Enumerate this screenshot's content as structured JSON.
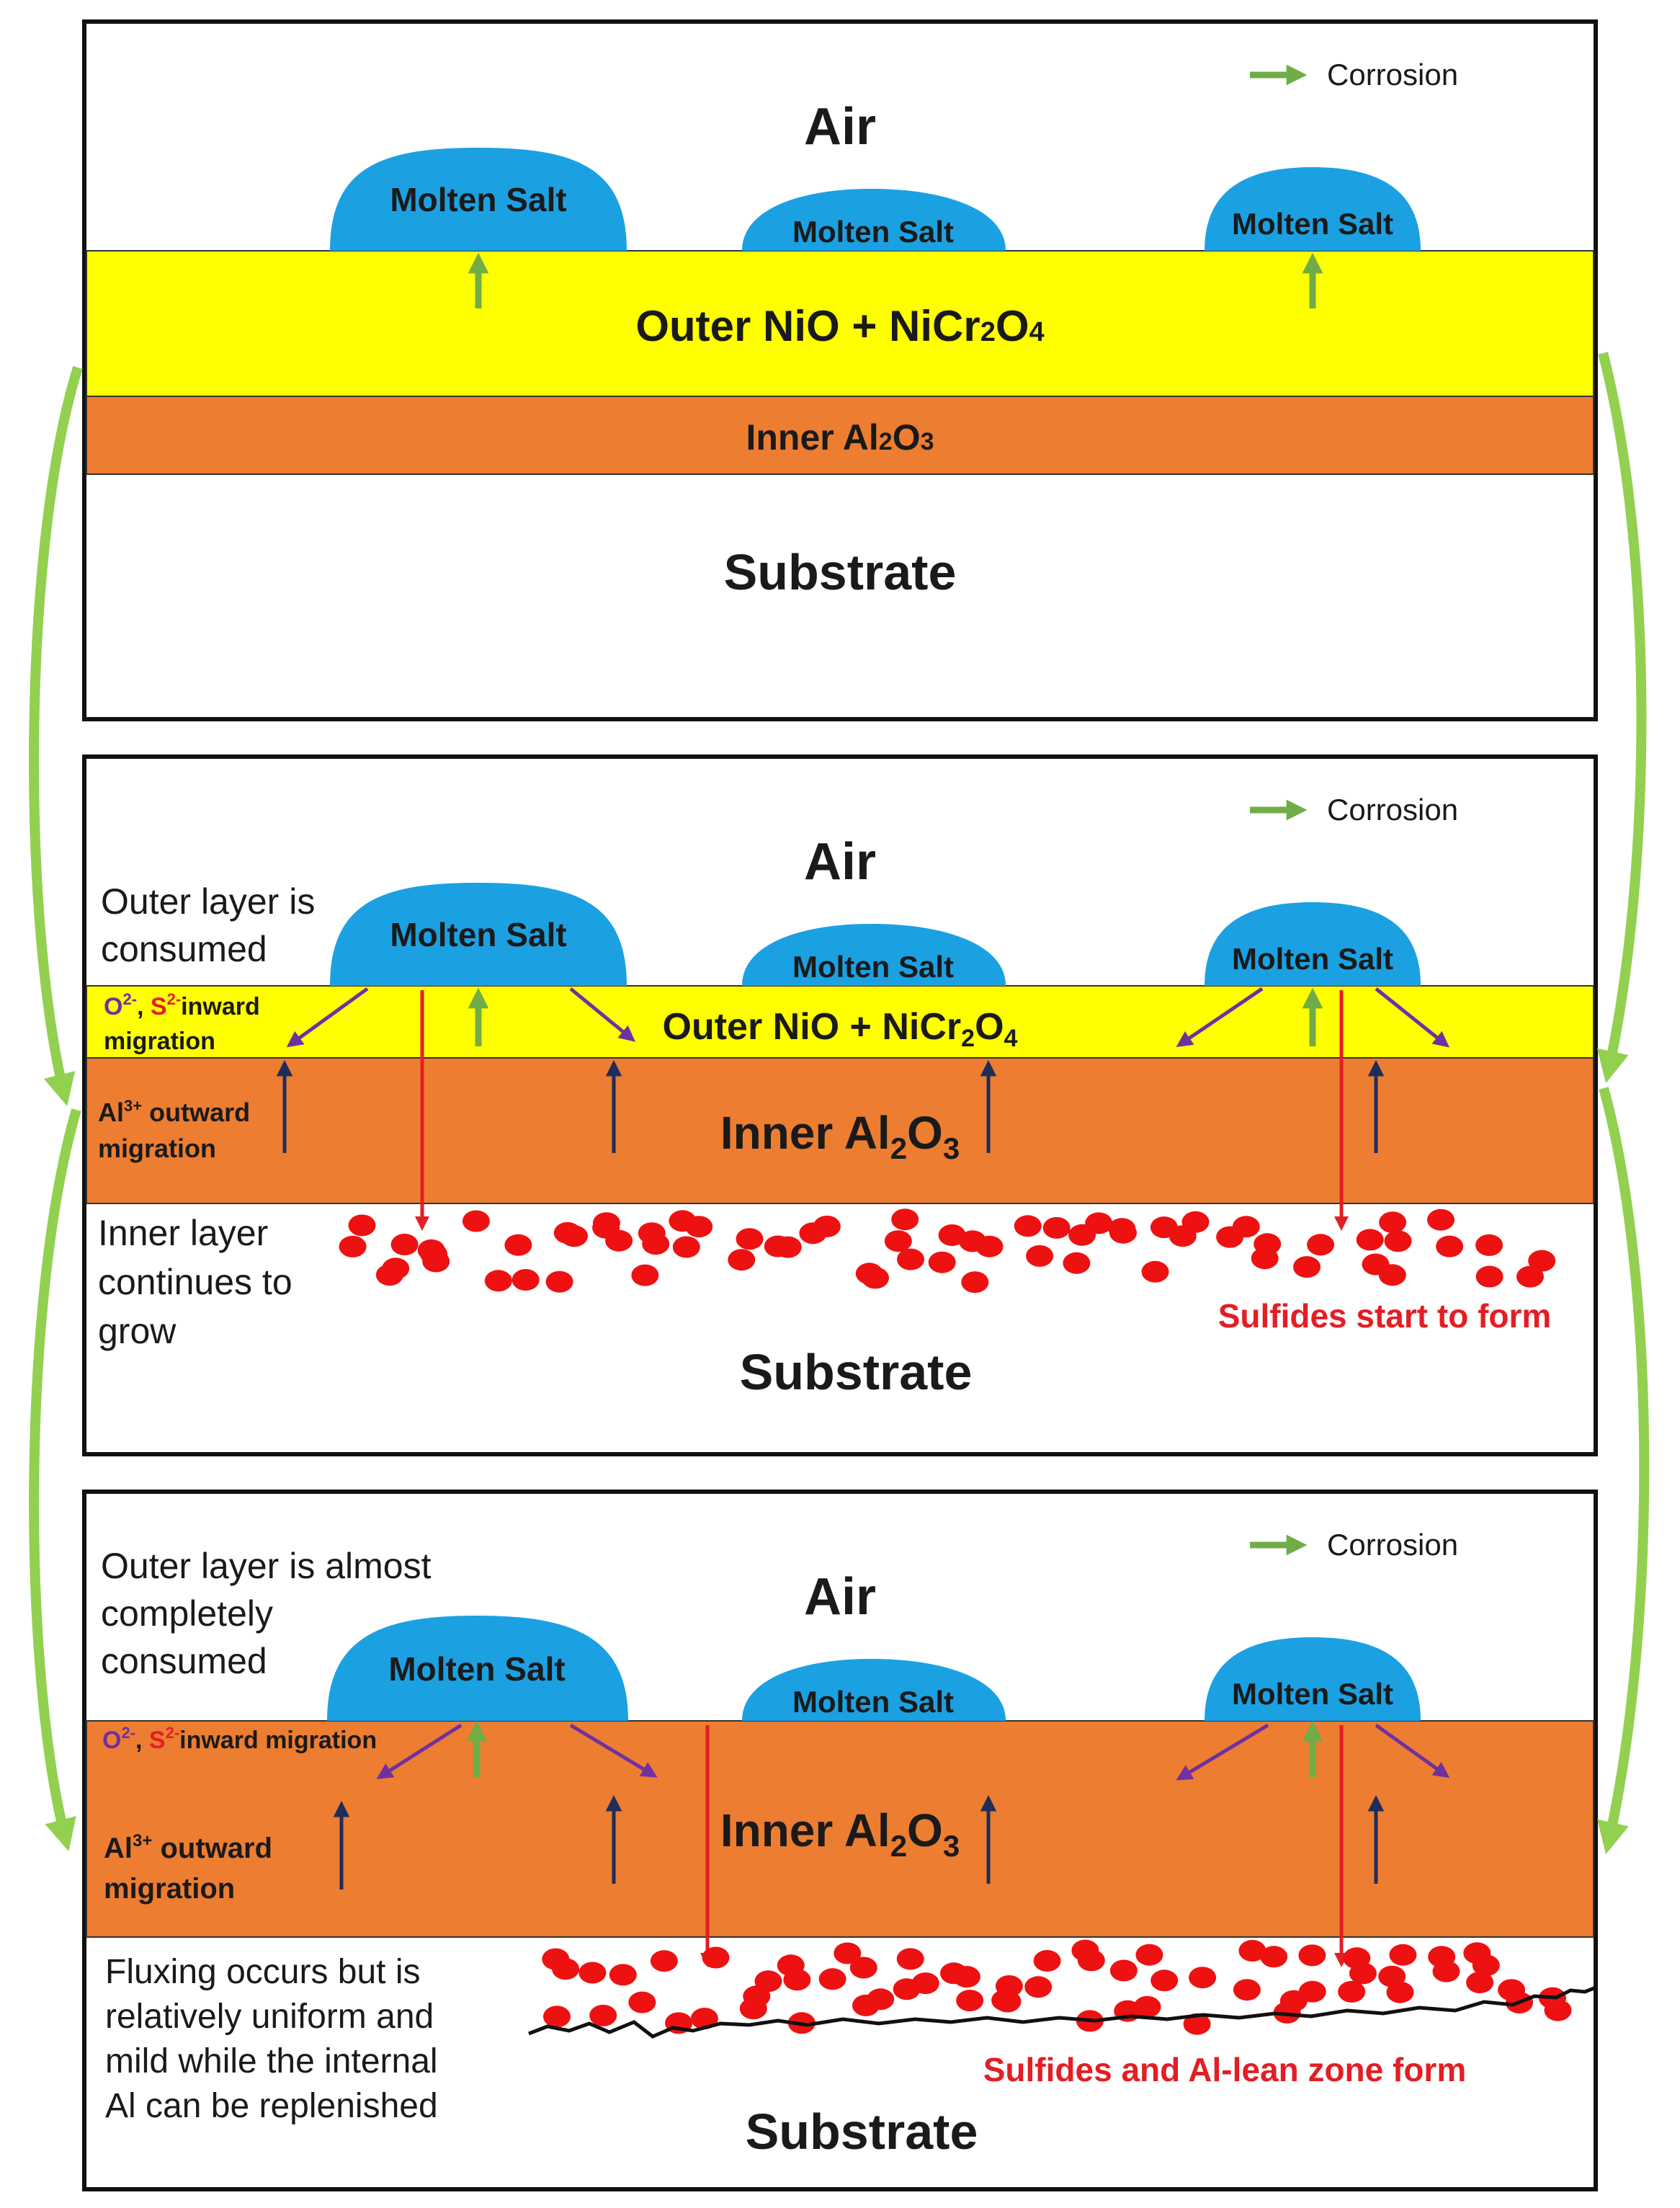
{
  "legend": {
    "label": "Corrosion"
  },
  "panel1": {
    "air": "Air",
    "molten_salt": [
      "Molten Salt",
      "Molten Salt",
      "Molten Salt"
    ],
    "outer_layer": {
      "main": "Outer NiO + NiCr",
      "s1": "2",
      "mid": "O",
      "s2": "4"
    },
    "inner_layer": {
      "main": "Inner Al",
      "s1": "2",
      "mid": "O",
      "s2": "3"
    },
    "substrate": "Substrate"
  },
  "panel2": {
    "air": "Air",
    "molten_salt": [
      "Molten Salt",
      "Molten Salt",
      "Molten Salt"
    ],
    "note_outer": [
      "Outer layer is",
      "consumed"
    ],
    "inward": {
      "o": "O",
      "o_sup": "2-",
      "comma": ", ",
      "s": "S",
      "s_sup": "2-",
      "rest": "inward",
      "line2": "migration"
    },
    "outward": {
      "al": "Al",
      "al_sup": "3+",
      "rest": " outward",
      "line2": "migration"
    },
    "outer_layer": {
      "main": "Outer NiO + NiCr",
      "s1": "2",
      "mid": "O",
      "s2": "4"
    },
    "inner_layer": {
      "main": "Inner Al",
      "s1": "2",
      "mid": "O",
      "s2": "3"
    },
    "note_inner": [
      "Inner layer",
      "continues to",
      "grow"
    ],
    "sulfides": "Sulfides start to form",
    "substrate": "Substrate"
  },
  "panel3": {
    "air": "Air",
    "molten_salt": [
      "Molten Salt",
      "Molten Salt",
      "Molten Salt"
    ],
    "note_outer": [
      "Outer layer is almost",
      "completely",
      "consumed"
    ],
    "inward": {
      "o": "O",
      "o_sup": "2-",
      "comma": ", ",
      "s": "S",
      "s_sup": "2-",
      "rest": "inward migration"
    },
    "outward": {
      "al": "Al",
      "al_sup": "3+",
      "rest": " outward",
      "line2": "migration"
    },
    "inner_layer": {
      "main": "Inner Al",
      "s1": "2",
      "mid": "O",
      "s2": "3"
    },
    "note_fluxing": [
      "Fluxing occurs but is",
      "relatively uniform and",
      "mild while the internal",
      "Al can be replenished"
    ],
    "sulfides": "Sulfides and Al-lean zone form",
    "substrate": "Substrate"
  },
  "colors": {
    "outer_layer": "#ffff00",
    "inner_layer": "#ed7d31",
    "molten_salt": "#1ba1e2",
    "corrosion_arrow": "#70ad47",
    "flow_arrow": "#92d050",
    "sulfide": "#ee1111",
    "inward_arrow": "#7030a0",
    "outward_arrow": "#1f2d5a",
    "red_arrow": "#e31e24"
  }
}
